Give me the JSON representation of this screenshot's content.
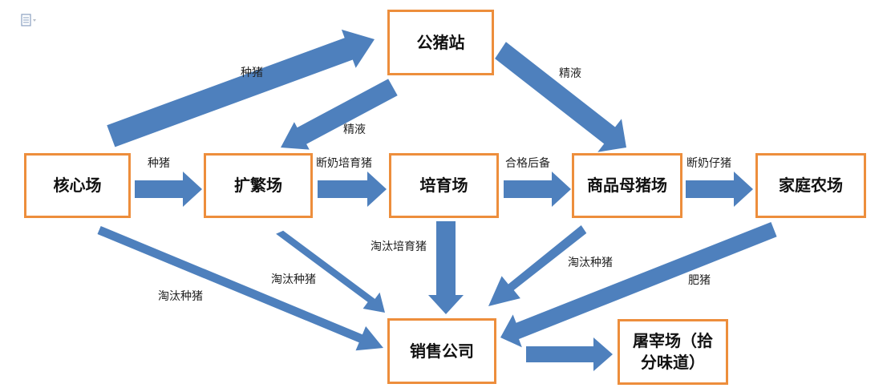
{
  "colors": {
    "arrow": "#4E80BD",
    "node_border": "#ED8E3C"
  },
  "toolbar": {
    "icon": "document-icon"
  },
  "nodes": {
    "core": "核心场",
    "boar_station": "公猪站",
    "multiply": "扩繁场",
    "breeding": "培育场",
    "sow": "商品母猪场",
    "family": "家庭农场",
    "sales": "销售公司",
    "slaughter": "屠宰场（拾分味道）"
  },
  "edges": {
    "core_to_boar": "种猪",
    "boar_to_multiply": "精液",
    "boar_to_sow": "精液",
    "core_to_multiply": "种猪",
    "multiply_to_breeding": "断奶培育猪",
    "breeding_to_sow": "合格后备",
    "sow_to_family": "断奶仔猪",
    "core_to_sales": "淘汰种猪",
    "multiply_to_sales": "淘汰种猪",
    "breeding_to_sales": "淘汰培育猪",
    "sow_to_sales": "淘汰种猪",
    "family_to_sales": "肥猪"
  }
}
